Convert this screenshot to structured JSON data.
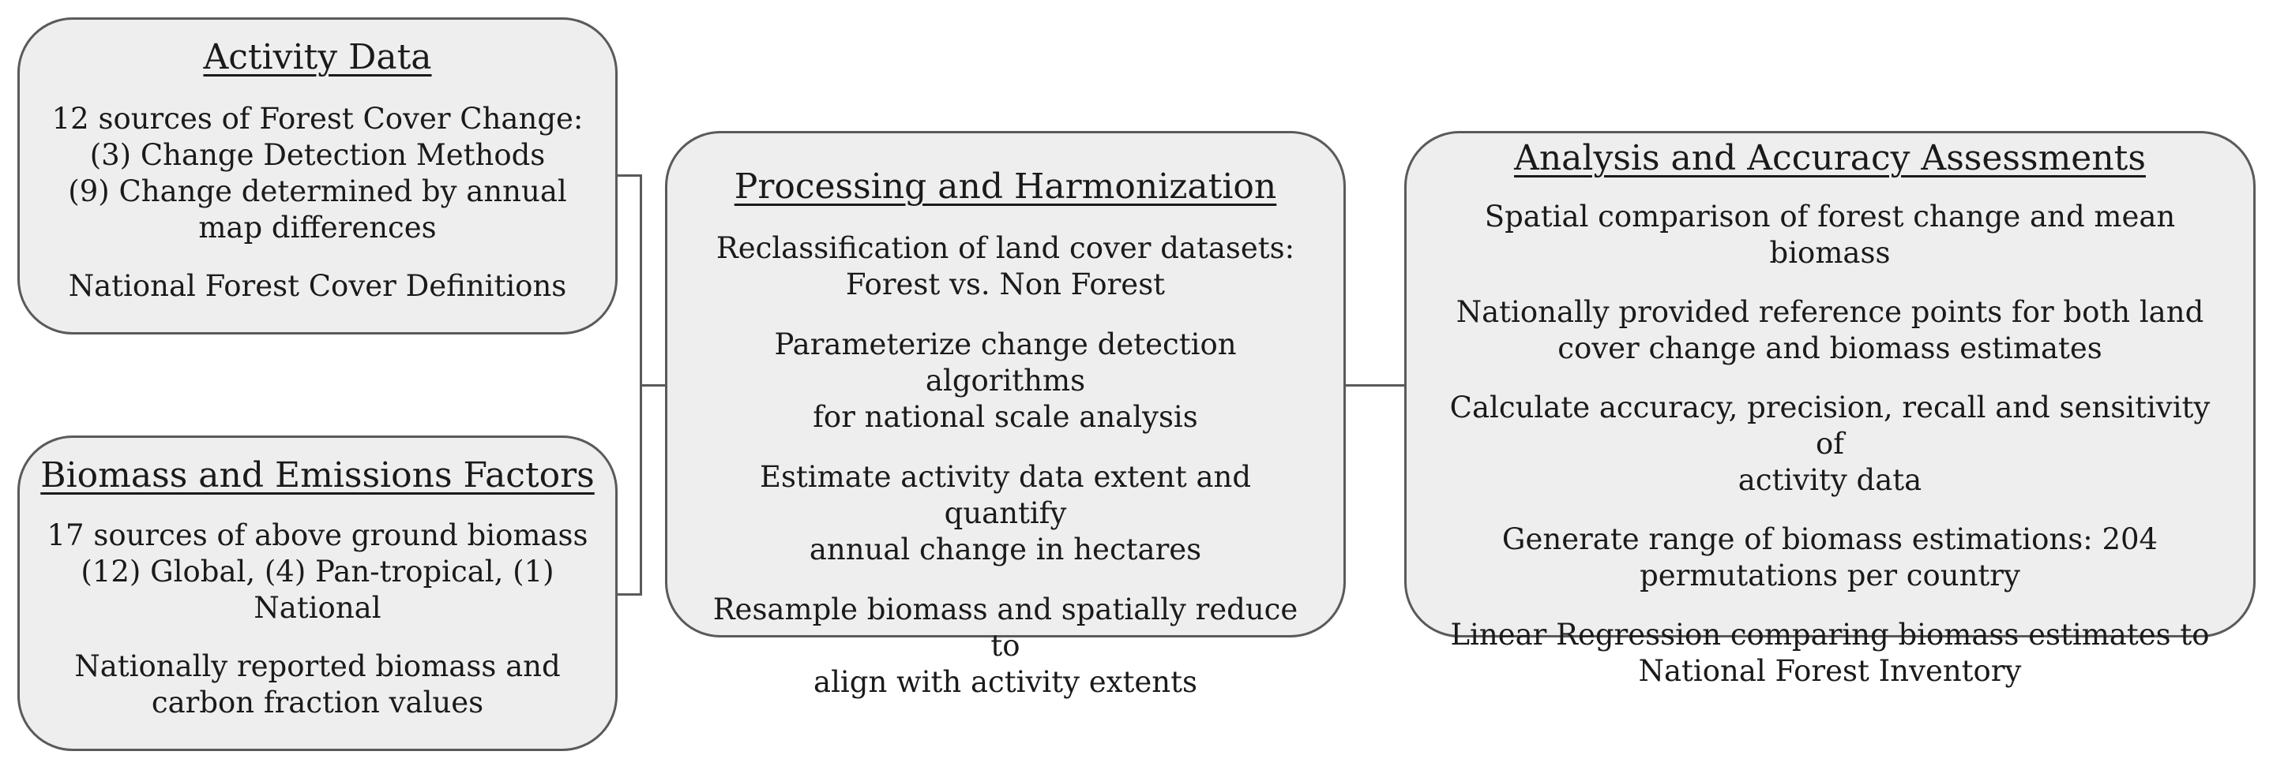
{
  "activity": {
    "title": "Activity Data",
    "paragraphs": [
      "12 sources of  Forest Cover Change:\n(3) Change Detection Methods\n(9) Change determined by annual map differences",
      "National Forest Cover Definitions"
    ]
  },
  "biomass": {
    "title": "Biomass and Emissions Factors",
    "paragraphs": [
      "17 sources of  above ground biomass\n(12) Global, (4) Pan-tropical, (1)\nNational",
      "Nationally reported biomass and\ncarbon fraction values"
    ]
  },
  "processing": {
    "title": "Processing and Harmonization",
    "paragraphs": [
      "Reclassification of land cover datasets:\nForest vs. Non Forest",
      "Parameterize change detection algorithms\nfor national scale analysis",
      "Estimate activity data extent and quantify\nannual change in hectares",
      "Resample biomass and spatially reduce to\nalign with activity extents"
    ]
  },
  "analysis": {
    "title": "Analysis and Accuracy Assessments",
    "paragraphs": [
      "Spatial comparison of forest change and mean biomass",
      "Nationally provided reference points for both land\ncover change and biomass estimates",
      "Calculate accuracy, precision, recall and sensitivity of\nactivity data",
      "Generate range of biomass estimations: 204\npermutations per country",
      "Linear Regression comparing biomass estimates to\nNational Forest Inventory"
    ]
  }
}
